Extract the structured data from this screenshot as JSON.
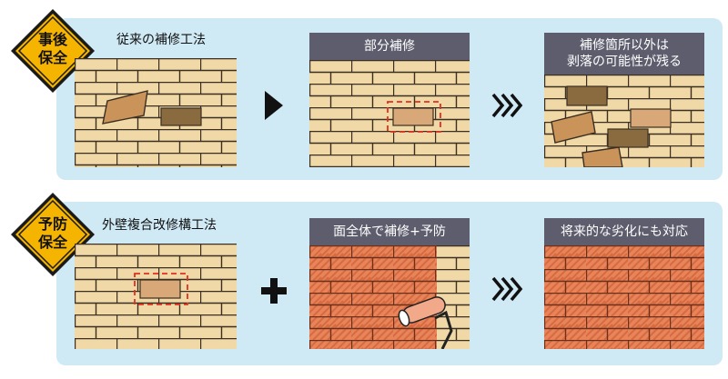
{
  "top_row": {
    "badge": {
      "line1": "事後",
      "line2": "保全"
    },
    "step1": {
      "caption": "従来の補修工法"
    },
    "step2": {
      "header": "部分補修"
    },
    "step3": {
      "header_line1": "補修箇所以外は",
      "header_line2": "剥落の可能性が残る"
    }
  },
  "bottom_row": {
    "badge": {
      "line1": "予防",
      "line2": "保全"
    },
    "step1": {
      "caption": "外壁複合改修構工法"
    },
    "step2": {
      "header": "面全体で補修+予防"
    },
    "step3": {
      "header": "将来的な劣化にも対応"
    }
  },
  "colors": {
    "panel_bg": "#cfe9f5",
    "badge_fill": "#f4b400",
    "brick_beige": "#f0d9a6",
    "brick_dark": "#8a6a3f",
    "brick_orange": "#e8845a",
    "header_bg": "#5d5d6e",
    "dash_red": "#e03020"
  }
}
